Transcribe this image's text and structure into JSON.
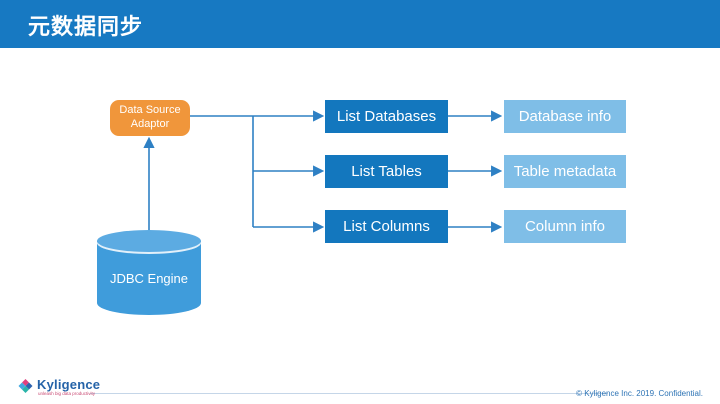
{
  "slide": {
    "title": "元数据同步"
  },
  "diagram": {
    "adaptor_label": "Data Source Adaptor",
    "engine_label": "JDBC Engine",
    "rows": [
      {
        "action": "List Databases",
        "result": "Database info"
      },
      {
        "action": "List Tables",
        "result": "Table metadata"
      },
      {
        "action": "List Columns",
        "result": "Column info"
      }
    ]
  },
  "footer": {
    "logo_text": "Kyligence",
    "logo_tagline": "unleash big data productivity",
    "copyright": "© Kyligence Inc. 2019. Confidential."
  },
  "colors": {
    "header_blue": "#1779C2",
    "action_box_blue": "#1377BE",
    "result_box_blue": "#7FBEE7",
    "adaptor_orange": "#F0963B",
    "cylinder_blue": "#3F9CDB",
    "connector_blue": "#2E80C4",
    "copyright_blue": "#2E74B5"
  }
}
